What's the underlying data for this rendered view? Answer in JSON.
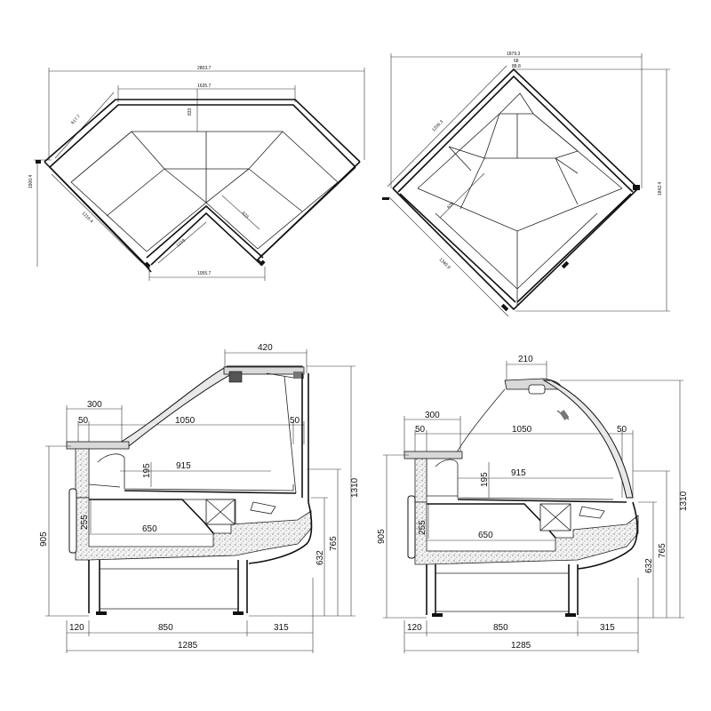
{
  "top_left": {
    "total_width": "2803.7",
    "inner_width": "1635.7",
    "side_upper": "617.7",
    "center_depth": "833",
    "left_height": "1900.4",
    "side_lower": "1216.4",
    "inner_left": "1219",
    "inner_right": "623",
    "bottom_width": "1055.7"
  },
  "top_right": {
    "total_width": "1879.3",
    "top_a": "68",
    "top_b": "88.8",
    "upper_left": "1206.3",
    "right_height": "1842.4",
    "inner_depth": "629",
    "lower_left": "1340.9"
  },
  "side_left": {
    "top_glass": "420",
    "counter_depth": "300",
    "left_margin": "50",
    "right_margin": "50",
    "shelf_length": "1050",
    "shelf_inner": "915",
    "shelf_height": "195",
    "tub_depth": "255",
    "tub_length": "650",
    "total_height": "905",
    "right_height_1": "1310",
    "right_height_2": "765",
    "right_height_3": "632",
    "bottom_left": "120",
    "bottom_mid": "850",
    "bottom_right": "315",
    "overall": "1285"
  },
  "side_right": {
    "top_glass": "210",
    "counter_depth": "300",
    "left_margin": "50",
    "right_margin": "50",
    "shelf_length": "1050",
    "shelf_inner": "915",
    "shelf_height": "195",
    "tub_depth": "255",
    "tub_length": "650",
    "total_height": "905",
    "right_height_1": "1310",
    "right_height_2": "765",
    "right_height_3": "632",
    "bottom_left": "120",
    "bottom_mid": "850",
    "bottom_right": "315",
    "overall": "1285"
  }
}
